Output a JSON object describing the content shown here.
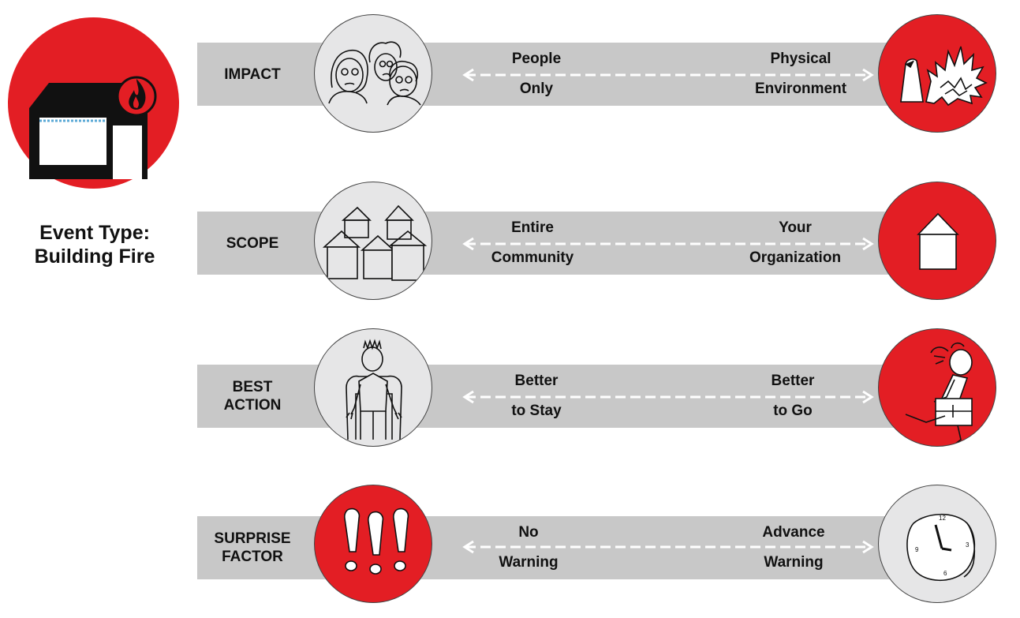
{
  "event": {
    "line1": "Event Type:",
    "line2": "Building Fire",
    "icon": "building-fire-icon"
  },
  "colors": {
    "red": "#e31e24",
    "band_gray": "#c8c8c8",
    "circle_gray": "#e6e6e7"
  },
  "rows": [
    {
      "label": "IMPACT",
      "left_text": "People\nOnly",
      "right_text": "Physical\nEnvironment",
      "left_icon": "people-icon",
      "right_icon": "burned-environment-icon"
    },
    {
      "label": "SCOPE",
      "left_text": "Entire\nCommunity",
      "right_text": "Your\nOrganization",
      "left_icon": "houses-icon",
      "right_icon": "single-house-icon"
    },
    {
      "label": "BEST\nACTION",
      "left_text": "Better\nto Stay",
      "right_text": "Better\nto Go",
      "left_icon": "person-sitting-icon",
      "right_icon": "person-running-icon"
    },
    {
      "label": "SURPRISE\nFACTOR",
      "left_text": "No\nWarning",
      "right_text": "Advance\nWarning",
      "left_icon": "exclamation-marks-icon",
      "right_icon": "clock-icon"
    }
  ]
}
